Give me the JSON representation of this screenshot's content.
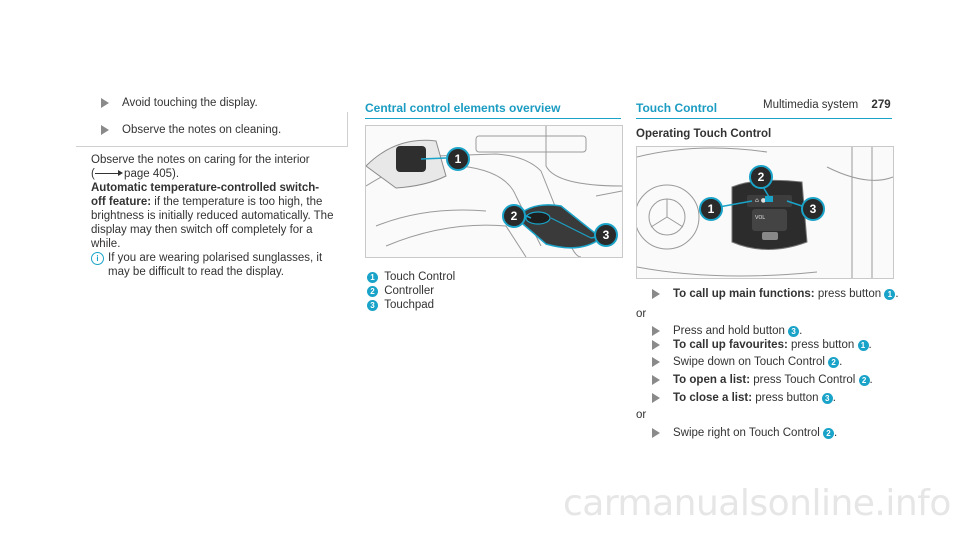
{
  "header": {
    "chapter": "Multimedia system",
    "page_number": "279"
  },
  "col1": {
    "bullets": [
      "Avoid touching the display.",
      "Observe the notes on cleaning."
    ],
    "para1_line1": "Observe the notes on caring for the interior",
    "para1_line2_pre": "(",
    "para1_line2_page": "page 405).",
    "feature_title_line1": "Automatic temperature-controlled switch-",
    "feature_title_line2": "off feature:",
    "feature_line2_rest": " if the temperature is too high, the",
    "feature_line3": "brightness is initially reduced automatically. The",
    "feature_line4": "display may then switch off completely for a",
    "feature_line5": "while.",
    "note_line1": "If you are wearing polarised sunglasses, it",
    "note_line2": "may be difficult to read the display."
  },
  "col2": {
    "title": "Central control elements overview",
    "legend": [
      {
        "num": "1",
        "label": "Touch Control"
      },
      {
        "num": "2",
        "label": "Controller"
      },
      {
        "num": "3",
        "label": "Touchpad"
      }
    ],
    "callouts": [
      "1",
      "2",
      "3"
    ]
  },
  "col3": {
    "title": "Touch Control",
    "subtitle": "Operating Touch Control",
    "callouts": [
      "1",
      "2",
      "3"
    ],
    "steps": {
      "s1_bold": "To call up main functions:",
      "s1_rest": " press button ",
      "s1_num": "1",
      "s1_end": ".",
      "or1": "or",
      "s2": "Press and hold button ",
      "s2_num": "3",
      "s2_end": ".",
      "s3_bold": "To call up favourites:",
      "s3_rest": " press button ",
      "s3_num": "1",
      "s3_end": ".",
      "s4": "Swipe down on Touch Control ",
      "s4_num": "2",
      "s4_end": ".",
      "s5_bold": "To open a list:",
      "s5_rest": " press Touch Control ",
      "s5_num": "2",
      "s5_end": ".",
      "s6_bold": "To close a list:",
      "s6_rest": " press button ",
      "s6_num": "3",
      "s6_end": ".",
      "or2": "or",
      "s7": "Swipe right on Touch Control ",
      "s7_num": "2",
      "s7_end": "."
    }
  },
  "watermark": "carmanualsonline.info",
  "colors": {
    "accent": "#1aa3c8",
    "text": "#333333"
  }
}
